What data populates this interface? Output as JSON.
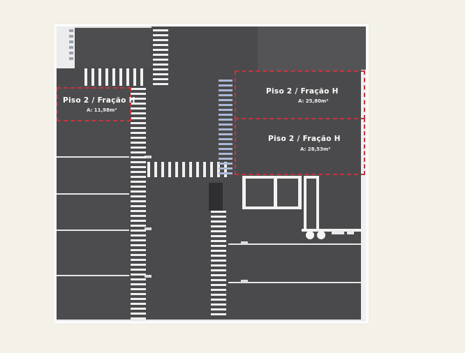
{
  "units": [
    {
      "title": "Piso 2 / Fração H",
      "area": "A: 11,98m²"
    },
    {
      "title": "Piso 2 / Fração H",
      "area": "A: 25,80m²"
    },
    {
      "title": "Piso 2 / Fração H",
      "area": "A: 28,53m²"
    }
  ],
  "colors": {
    "background": "#f4f1e9",
    "asphalt": "#4a4a4c",
    "marking": "#ffffff",
    "unit_border": "#c8343c"
  }
}
